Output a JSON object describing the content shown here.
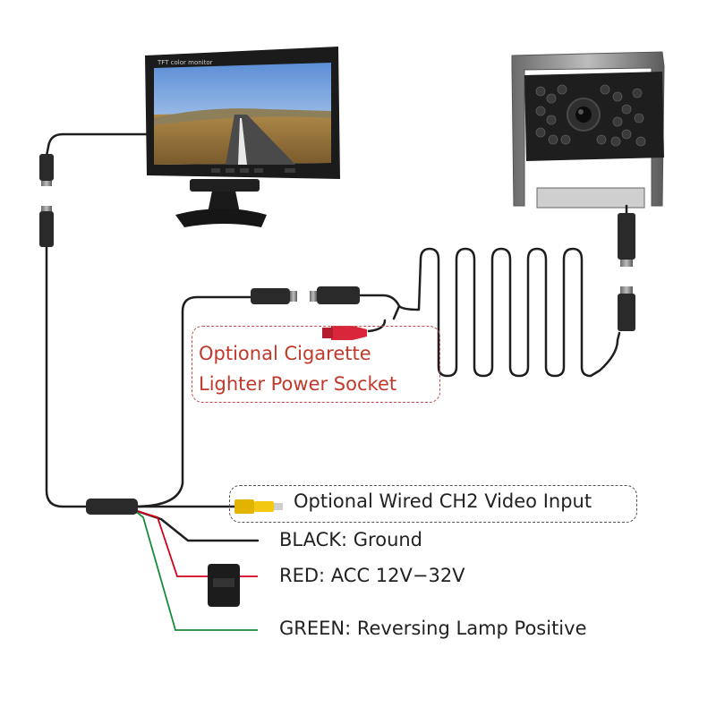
{
  "monitor": {
    "screen_text": "TFT color monitor"
  },
  "callouts": {
    "cigarette_line1": "Optional Cigarette",
    "cigarette_line2": "Lighter Power Socket",
    "video_input": "Optional Wired CH2 Video Input"
  },
  "wires": {
    "black": "BLACK: Ground",
    "red": "RED: ACC 12V−32V",
    "green": "GREEN: Reversing Lamp Positive"
  },
  "colors": {
    "wire_black": "#222222",
    "wire_red": "#d0021b",
    "wire_green": "#1a8a3a",
    "callout_red_text": "#c0392b",
    "callout_dark_text": "#222222"
  },
  "icons": [
    "monitor-icon",
    "camera-icon",
    "fuse-icon",
    "rca-connector-icon",
    "aviation-connector-icon",
    "cigarette-plug-icon"
  ]
}
